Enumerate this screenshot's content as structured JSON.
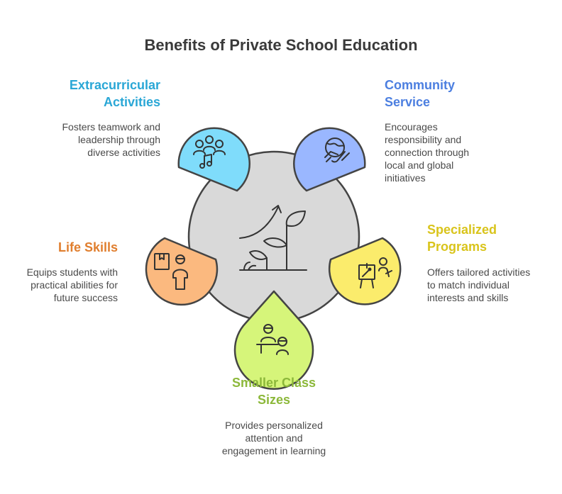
{
  "title": "Benefits of Private School Education",
  "colors": {
    "hub": "#d9d9d9",
    "outline": "#444444",
    "extracurricular": "#7fdcfb",
    "community": "#9ab7ff",
    "specialized": "#fbec6c",
    "smaller": "#d6f57a",
    "life": "#fbb97f"
  },
  "nodes": {
    "extracurricular": {
      "title_line1": "Extracurricular",
      "title_line2": "Activities",
      "desc_line1": "Fosters teamwork and",
      "desc_line2": "leadership through",
      "desc_line3": "diverse activities",
      "icon": "group-music-icon",
      "color": "#2aa7d6"
    },
    "community": {
      "title_line1": "Community",
      "title_line2": "Service",
      "desc_line1": "Encourages",
      "desc_line2": "responsibility and",
      "desc_line3": "connection through",
      "desc_line4": "local and global",
      "desc_line5": "initiatives",
      "icon": "globe-handshake-icon",
      "color": "#4c7fe0"
    },
    "specialized": {
      "title_line1": "Specialized",
      "title_line2": "Programs",
      "desc_line1": "Offers tailored activities",
      "desc_line2": "to match individual",
      "desc_line3": "interests and skills",
      "icon": "easel-painter-icon",
      "color": "#d9c41b"
    },
    "smaller": {
      "title_line1": "Smaller Class",
      "title_line2": "Sizes",
      "desc_line1": "Provides personalized",
      "desc_line2": "attention and",
      "desc_line3": "engagement in learning",
      "icon": "teacher-student-icon",
      "color": "#8cb83a"
    },
    "life": {
      "title_line1": "Life Skills",
      "desc_line1": "Equips students with",
      "desc_line2": "practical abilities for",
      "desc_line3": "future success",
      "icon": "person-box-icon",
      "color": "#e07e2e"
    }
  }
}
